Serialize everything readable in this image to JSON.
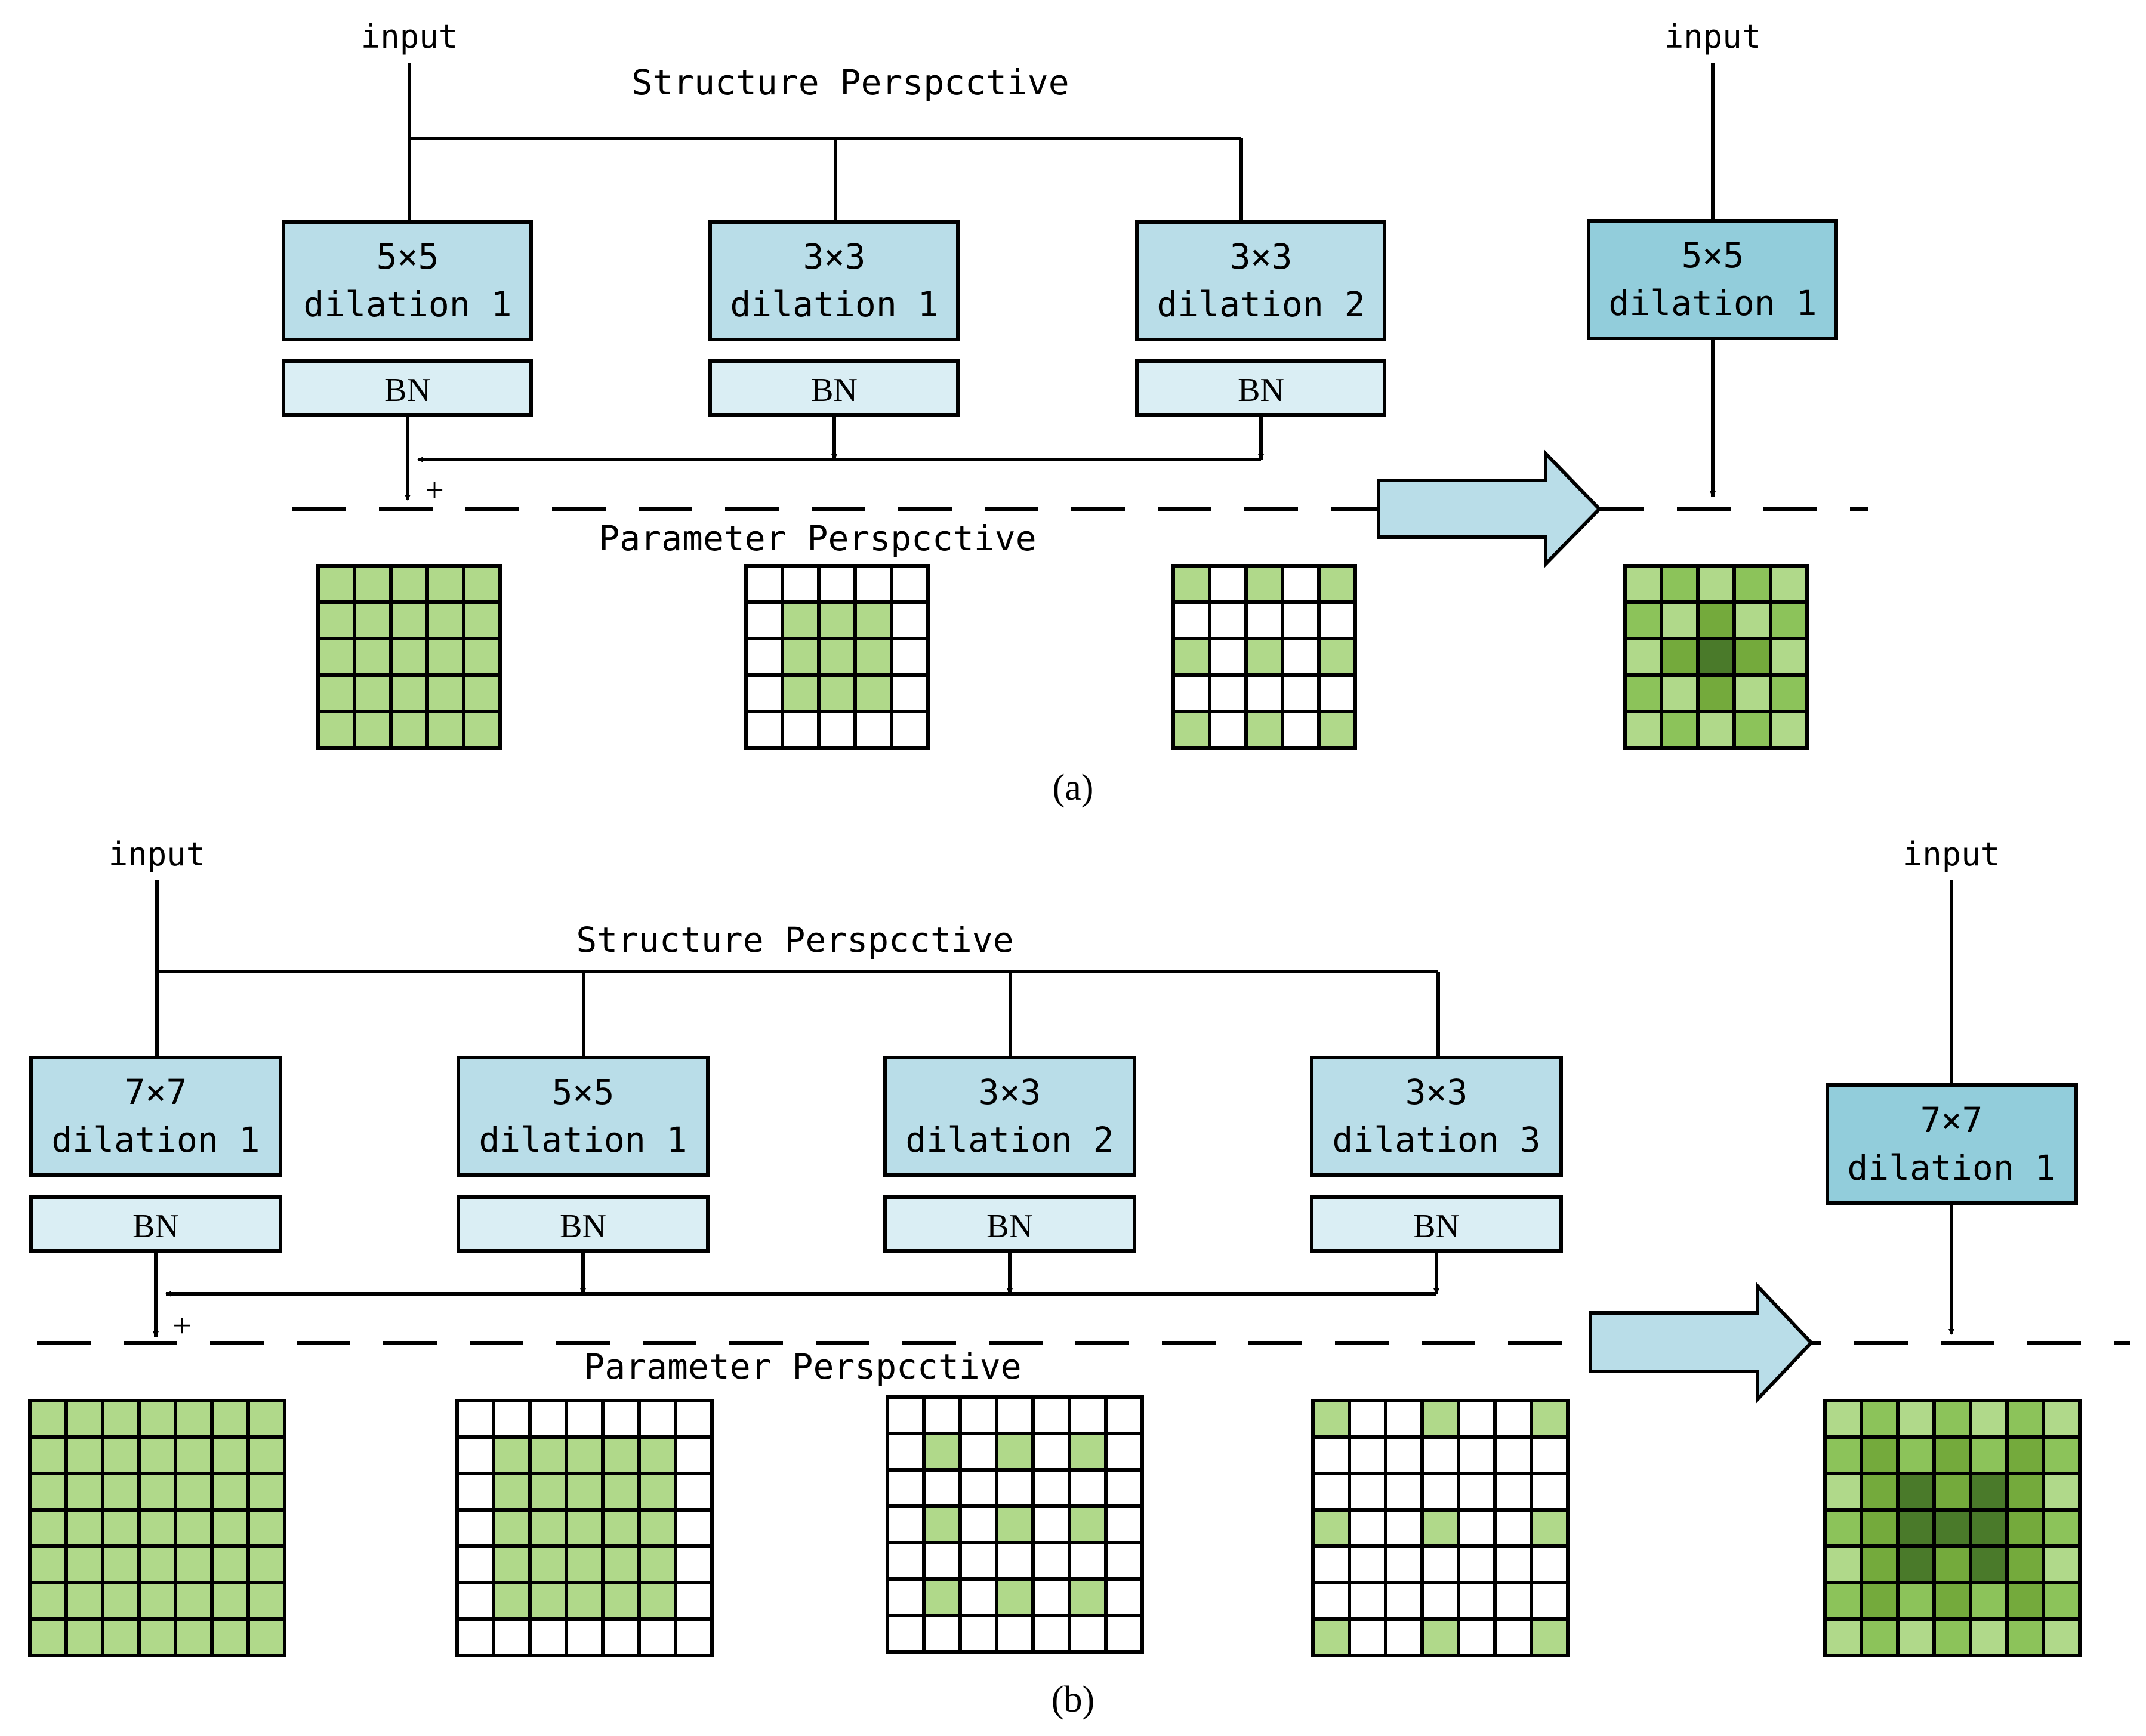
{
  "panels": [
    {
      "caption": "(a)",
      "structure_label": "Structure Perspcctive",
      "parameter_label": "Parameter Perspcctive",
      "input_label": "input",
      "plus_sign": "+",
      "bn_label": "BN",
      "branches": [
        {
          "size": "5×5",
          "dilation": "dilation 1"
        },
        {
          "size": "3×3",
          "dilation": "dilation 1"
        },
        {
          "size": "3×3",
          "dilation": "dilation 2"
        }
      ],
      "merged": {
        "input_label": "input",
        "size": "5×5",
        "dilation": "dilation 1"
      }
    },
    {
      "caption": "(b)",
      "structure_label": "Structure Perspcctive",
      "parameter_label": "Parameter Perspcctive",
      "input_label": "input",
      "plus_sign": "+",
      "bn_label": "BN",
      "branches": [
        {
          "size": "7×7",
          "dilation": "dilation 1"
        },
        {
          "size": "5×5",
          "dilation": "dilation 1"
        },
        {
          "size": "3×3",
          "dilation": "dilation 2"
        },
        {
          "size": "3×3",
          "dilation": "dilation 3"
        }
      ],
      "merged": {
        "input_label": "input",
        "size": "7×7",
        "dilation": "dilation 1"
      }
    }
  ],
  "colors": {
    "branch_box": "#b9dde8",
    "merged_box": "#92cddb",
    "bn_box": "#daeef4",
    "arrow_fill": "#b9dde8",
    "cell_light": "#b0d98a",
    "cell_medium": "#8cc35a",
    "cell_dark": "#74aa3c",
    "cell_darkest": "#4a7a2a",
    "cell_empty": "#ffffff",
    "line": "#000000"
  },
  "kernels": {
    "a": [
      [
        "11111",
        "11111",
        "11111",
        "11111",
        "11111"
      ],
      [
        "00000",
        "01110",
        "01110",
        "01110",
        "00000"
      ],
      [
        "10101",
        "00000",
        "10101",
        "00000",
        "10101"
      ],
      [
        "12121",
        "21312",
        "13431",
        "21312",
        "12121"
      ]
    ],
    "b": [
      [
        "1111111",
        "1111111",
        "1111111",
        "1111111",
        "1111111",
        "1111111",
        "1111111"
      ],
      [
        "0000000",
        "0111110",
        "0111110",
        "0111110",
        "0111110",
        "0111110",
        "0000000"
      ],
      [
        "0000000",
        "0101010",
        "0000000",
        "0101010",
        "0000000",
        "0101010",
        "0000000"
      ],
      [
        "1001001",
        "0000000",
        "0000000",
        "1001001",
        "0000000",
        "0000000",
        "1001001"
      ],
      [
        "1212121",
        "2323232",
        "1343431",
        "2345432",
        "1343431",
        "2323232",
        "1212121"
      ]
    ]
  }
}
